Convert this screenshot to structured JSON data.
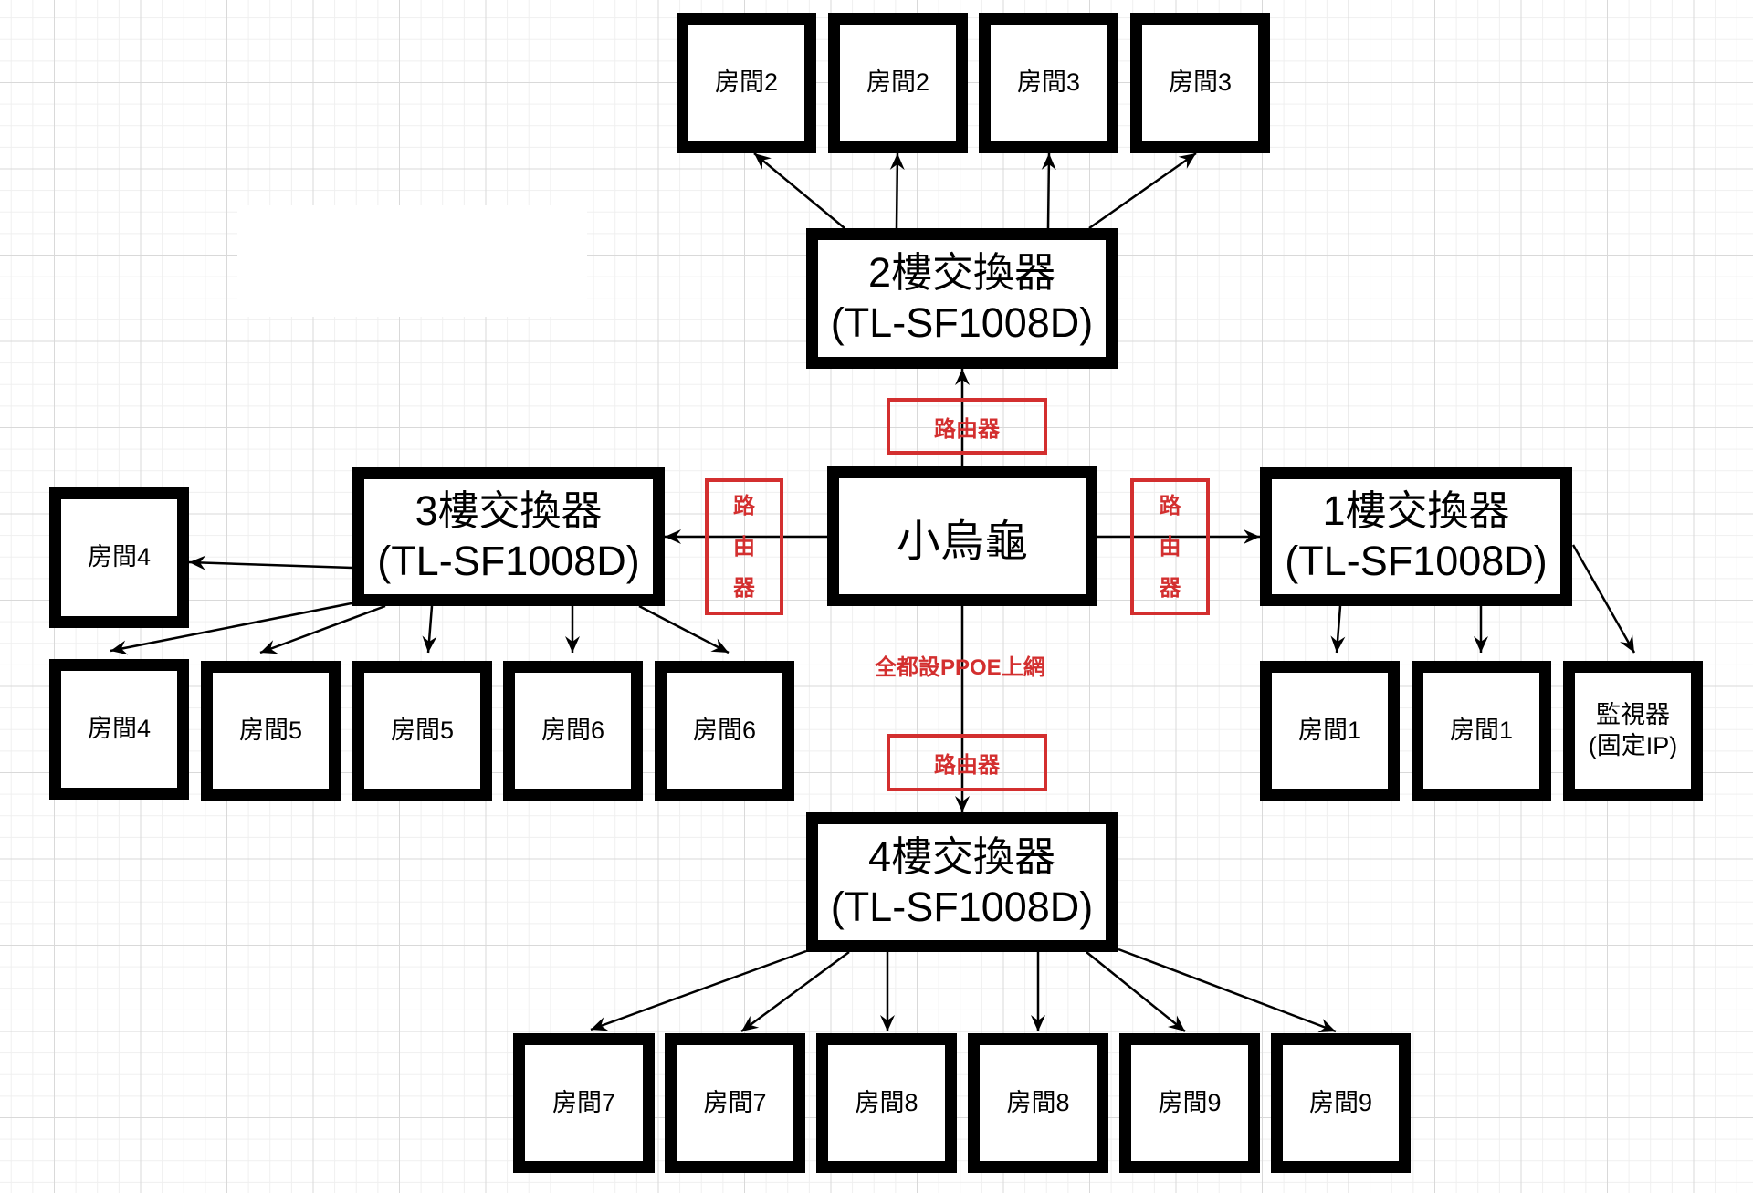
{
  "diagram": {
    "type": "network-topology",
    "hub": {
      "id": "hub",
      "label": "小烏龜"
    },
    "switches": [
      {
        "id": "sw2",
        "line1": "2樓交換器",
        "line2": "(TL-SF1008D)"
      },
      {
        "id": "sw3",
        "line1": "3樓交換器",
        "line2": "(TL-SF1008D)"
      },
      {
        "id": "sw1",
        "line1": "1樓交換器",
        "line2": "(TL-SF1008D)"
      },
      {
        "id": "sw4",
        "line1": "4樓交換器",
        "line2": "(TL-SF1008D)"
      }
    ],
    "routers": [
      {
        "id": "r-top",
        "label": "路由器",
        "between": [
          "hub",
          "sw2"
        ]
      },
      {
        "id": "r-left",
        "label": "路由器",
        "between": [
          "hub",
          "sw3"
        ]
      },
      {
        "id": "r-right",
        "label": "路由器",
        "between": [
          "hub",
          "sw1"
        ]
      },
      {
        "id": "r-bottom",
        "label": "路由器",
        "between": [
          "hub",
          "sw4"
        ]
      }
    ],
    "rooms": [
      {
        "id": "t1",
        "label": "房間2",
        "parent": "sw2"
      },
      {
        "id": "t2",
        "label": "房間2",
        "parent": "sw2"
      },
      {
        "id": "t3",
        "label": "房間3",
        "parent": "sw2"
      },
      {
        "id": "t4",
        "label": "房間3",
        "parent": "sw2"
      },
      {
        "id": "l0",
        "label": "房間4",
        "parent": "sw3"
      },
      {
        "id": "l1",
        "label": "房間4",
        "parent": "sw3"
      },
      {
        "id": "l2",
        "label": "房間5",
        "parent": "sw3"
      },
      {
        "id": "l3",
        "label": "房間5",
        "parent": "sw3"
      },
      {
        "id": "l4",
        "label": "房間6",
        "parent": "sw3"
      },
      {
        "id": "l5",
        "label": "房間6",
        "parent": "sw3"
      },
      {
        "id": "r1",
        "label": "房間1",
        "parent": "sw1"
      },
      {
        "id": "r2",
        "label": "房間1",
        "parent": "sw1"
      },
      {
        "id": "b1",
        "label": "房間7",
        "parent": "sw4"
      },
      {
        "id": "b2",
        "label": "房間7",
        "parent": "sw4"
      },
      {
        "id": "b3",
        "label": "房間8",
        "parent": "sw4"
      },
      {
        "id": "b4",
        "label": "房間8",
        "parent": "sw4"
      },
      {
        "id": "b5",
        "label": "房間9",
        "parent": "sw4"
      },
      {
        "id": "b6",
        "label": "房間9",
        "parent": "sw4"
      }
    ],
    "monitor": {
      "id": "cam",
      "line1": "監視器",
      "line2": "(固定IP)",
      "parent": "sw1"
    },
    "note": "全都設PPOE上網",
    "colors": {
      "annotation": "#d32f2f",
      "node_border": "#000000"
    }
  }
}
